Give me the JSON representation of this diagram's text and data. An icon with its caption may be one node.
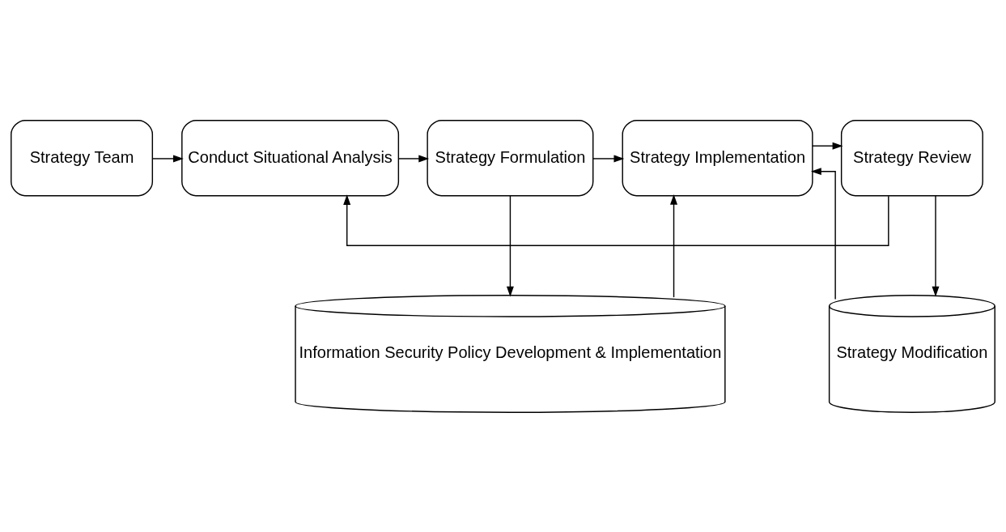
{
  "diagram": {
    "nodes": [
      {
        "text": [
          "Strategy Team"
        ]
      },
      {
        "text": [
          "Conduct Situational Analysis"
        ]
      },
      {
        "text": [
          "Strategy Formulation"
        ]
      },
      {
        "text": [
          "Strategy Implementation"
        ]
      },
      {
        "text": [
          "Strategy Review"
        ]
      },
      {
        "text": [
          "Information Security Policy Development & Implementation"
        ]
      },
      {
        "text": [
          "Strategy Modification"
        ]
      }
    ],
    "edges": [
      {
        "from": 0,
        "to": 1,
        "arrow": "to"
      },
      {
        "from": 1,
        "to": 2,
        "arrow": "to"
      },
      {
        "from": 2,
        "to": 3,
        "arrow": "to"
      },
      {
        "from": 3,
        "to": 4,
        "arrow": "to"
      },
      {
        "from": 4,
        "to": 1,
        "arrow": "to"
      },
      {
        "from": 2,
        "to": 5,
        "arrow": "to"
      },
      {
        "from": 5,
        "to": 3,
        "arrow": "to"
      },
      {
        "from": 6,
        "to": 3,
        "arrow": "to"
      },
      {
        "from": 4,
        "to": 6,
        "arrow": "to"
      }
    ]
  }
}
